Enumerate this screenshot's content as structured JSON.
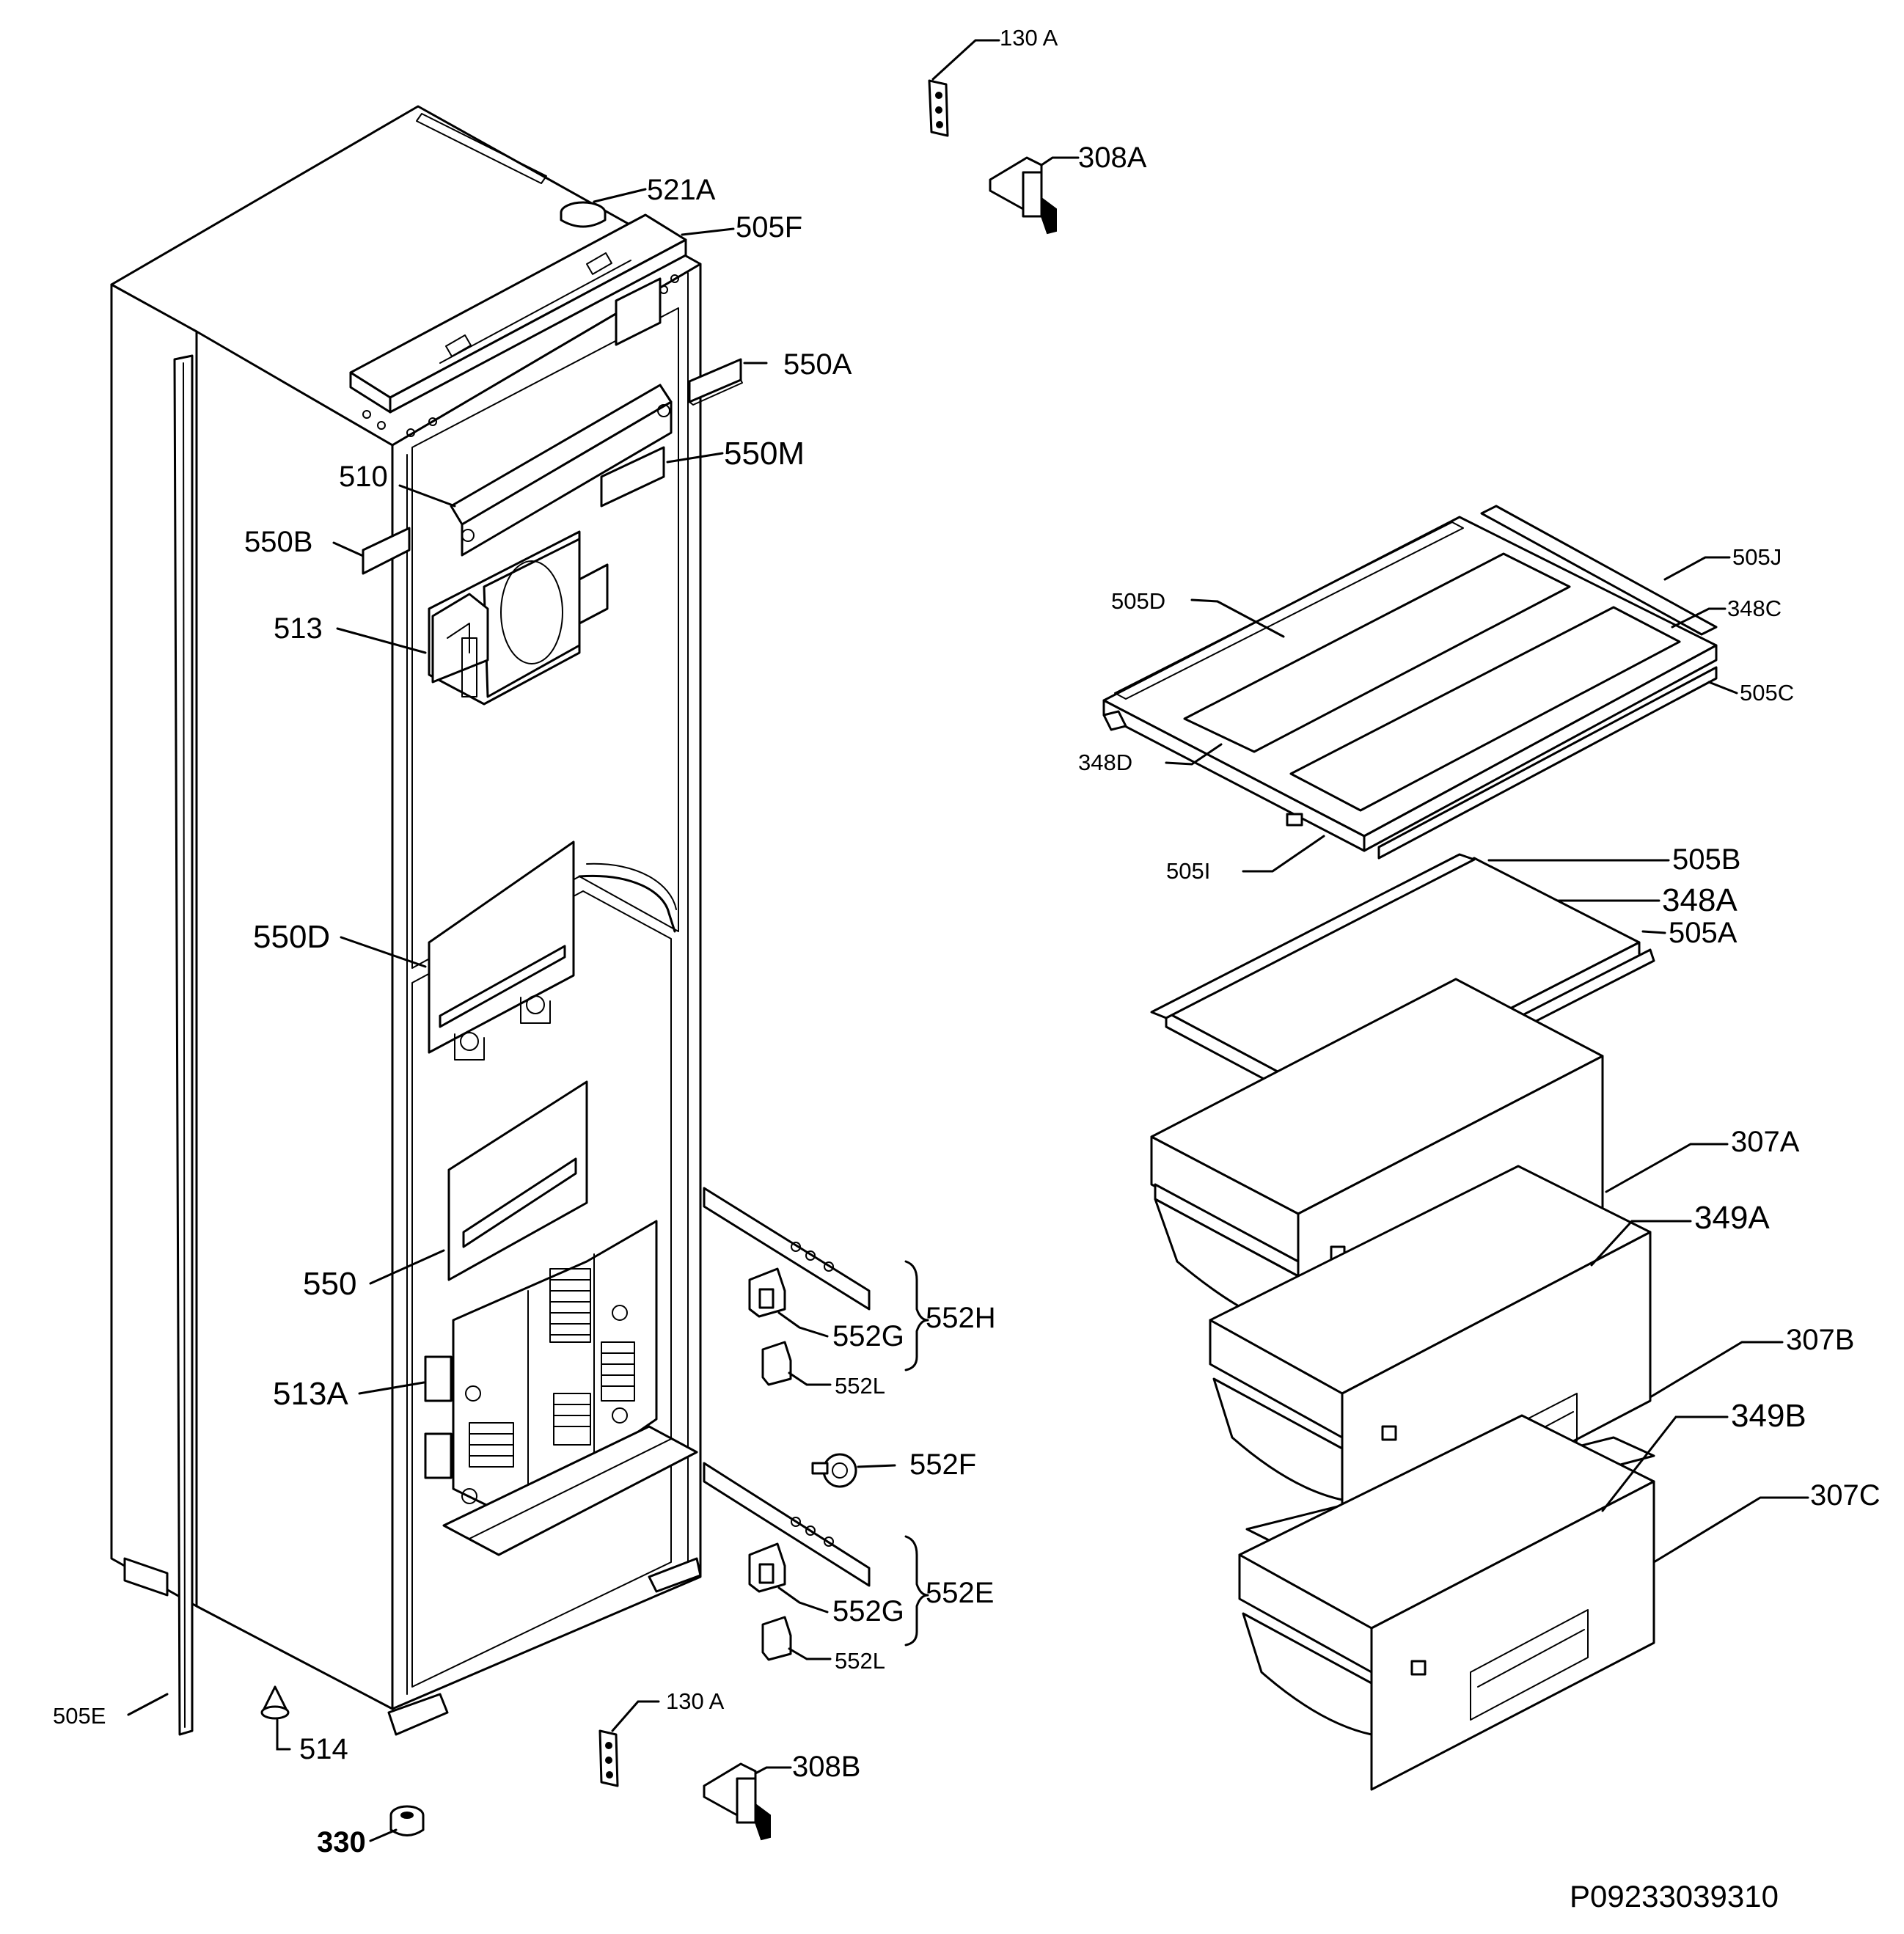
{
  "labels": {
    "l130a_top": "130 A",
    "l308a": "308A",
    "l521a": "521A",
    "l505f": "505F",
    "l550a": "550A",
    "l550m": "550M",
    "l510": "510",
    "l550b": "550B",
    "l513": "513",
    "l550d": "550D",
    "l550": "550",
    "l513a": "513A",
    "l552h": "552H",
    "l552g_a": "552G",
    "l552l_a": "552L",
    "l552f": "552F",
    "l552e": "552E",
    "l552g_b": "552G",
    "l552l_b": "552L",
    "l505e": "505E",
    "l514": "514",
    "l130a_bot": "130 A",
    "l308b": "308B",
    "l330": "330",
    "l505j": "505J",
    "l505d": "505D",
    "l348c": "348C",
    "l505c": "505C",
    "l348d": "348D",
    "l505i": "505I",
    "l505b": "505B",
    "l348a": "348A",
    "l505a": "505A",
    "l307a": "307A",
    "l349a": "349A",
    "l307b": "307B",
    "l349b": "349B",
    "l307c": "307C"
  },
  "reference": "P09233039310"
}
